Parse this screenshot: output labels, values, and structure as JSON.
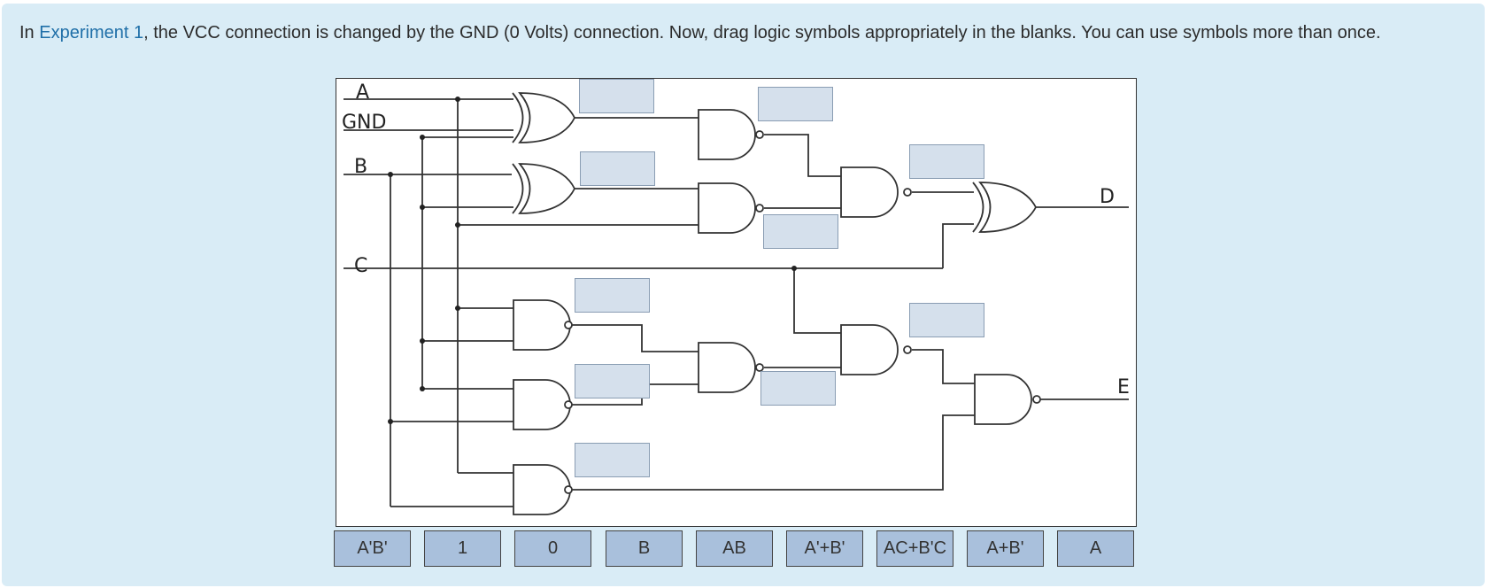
{
  "instruction": {
    "prefix": "In ",
    "link_text": "Experiment 1",
    "suffix": ", the VCC connection is changed by the GND (0 Volts) connection. Now, drag logic symbols appropriately in the blanks. You can use symbols more than once."
  },
  "circuit": {
    "input_labels": [
      "A",
      "GND",
      "B",
      "C"
    ],
    "output_labels": [
      "D",
      "E"
    ]
  },
  "tokens": [
    "A'B'",
    "1",
    "0",
    "B",
    "AB",
    "A'+B'",
    "AC+B'C",
    "A+B'",
    "A"
  ]
}
